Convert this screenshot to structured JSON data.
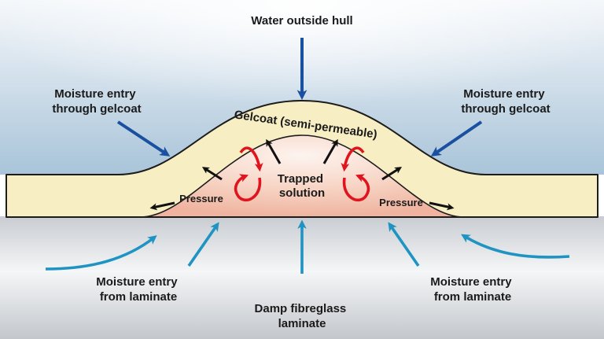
{
  "labels": {
    "water_outside_hull": "Water outside hull",
    "moisture_gelcoat_left": [
      "Moisture entry",
      "through gelcoat"
    ],
    "moisture_gelcoat_right": [
      "Moisture entry",
      "through gelcoat"
    ],
    "gelcoat": "Gelcoat (semi-permeable)",
    "trapped_solution": [
      "Trapped",
      "solution"
    ],
    "pressure_left": "Pressure",
    "pressure_right": "Pressure",
    "moisture_laminate_left": [
      "Moisture entry",
      "from laminate"
    ],
    "moisture_laminate_right": [
      "Moisture entry",
      "from laminate"
    ],
    "damp_laminate": [
      "Damp fibreglass",
      "laminate"
    ]
  },
  "colors": {
    "water_top": "#f4f7fa",
    "water_bottom": "#a9c4d9",
    "gelcoat": "#f8eec4",
    "blister_center": "#fdf0ea",
    "blister_edge": "#efb39f",
    "laminate_light": "#f5f6f7",
    "laminate_dark": "#c3c7cc",
    "outline": "#1c1c1c",
    "arrow_navy": "#1a50a0",
    "arrow_cyan": "#1f94c2",
    "arrow_red": "#e0141e",
    "arrow_black": "#111111"
  }
}
